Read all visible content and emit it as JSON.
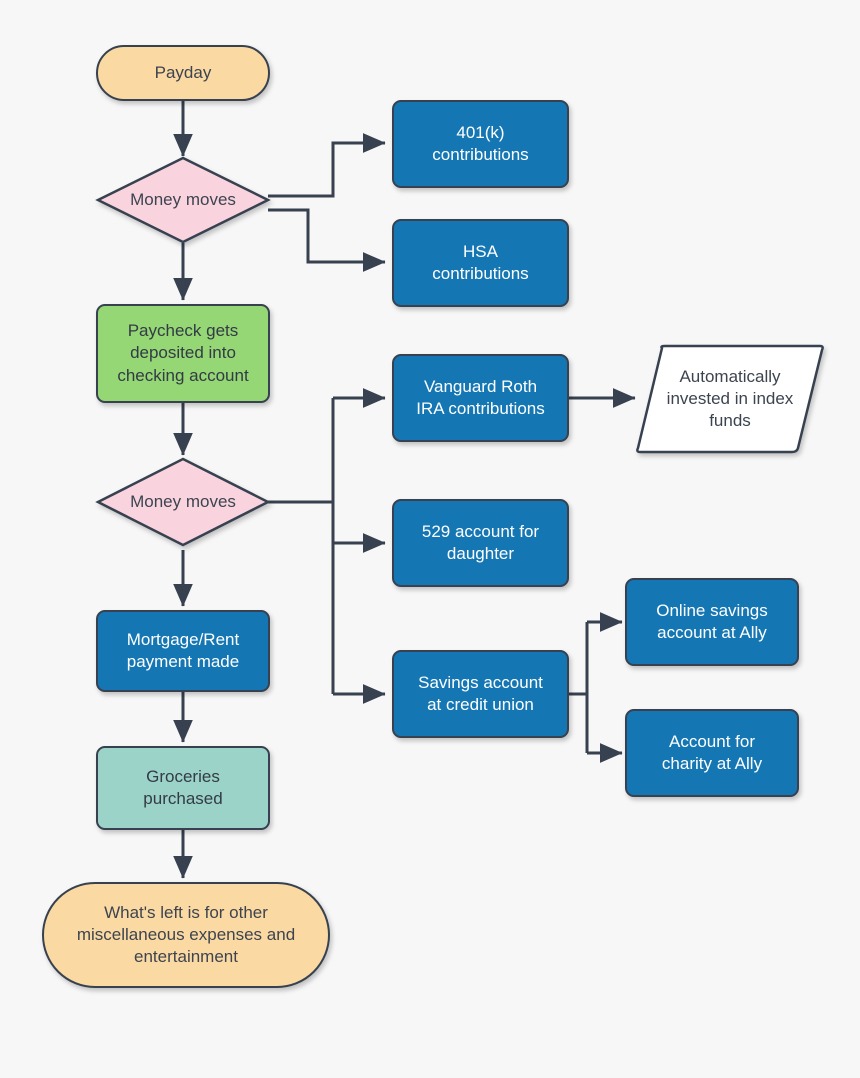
{
  "diagram": {
    "title": "Paycheck money flow",
    "background": "#f7f7f7",
    "stroke": "#37414f",
    "colors": {
      "blue": "#1477b4",
      "orange": "#fbd9a2",
      "green": "#95d675",
      "teal": "#9cd3c8",
      "pink": "#f9d4de",
      "white": "#ffffff",
      "dark_text": "#3d4450",
      "light_text": "#ffffff"
    }
  },
  "nodes": {
    "payday": {
      "label": "Payday",
      "shape": "oval",
      "color": "orange"
    },
    "money_moves_1": {
      "label": "Money moves",
      "shape": "diamond",
      "color": "pink"
    },
    "contrib_401k": {
      "label": "401(k)\ncontributions",
      "shape": "rect",
      "color": "blue"
    },
    "contrib_hsa": {
      "label": "HSA\ncontributions",
      "shape": "rect",
      "color": "blue"
    },
    "paycheck_deposited": {
      "label": "Paycheck gets\ndeposited into\nchecking account",
      "shape": "rect",
      "color": "green"
    },
    "money_moves_2": {
      "label": "Money moves",
      "shape": "diamond",
      "color": "pink"
    },
    "roth_ira": {
      "label": "Vanguard Roth\nIRA contributions",
      "shape": "rect",
      "color": "blue"
    },
    "index_funds": {
      "label": "Automatically\ninvested in index\nfunds",
      "shape": "parallelogram",
      "color": "white"
    },
    "account_529": {
      "label": "529 account for\ndaughter",
      "shape": "rect",
      "color": "blue"
    },
    "savings_credit_union": {
      "label": "Savings account\nat credit union",
      "shape": "rect",
      "color": "blue"
    },
    "online_savings_ally": {
      "label": "Online savings\naccount at Ally",
      "shape": "rect",
      "color": "blue"
    },
    "charity_ally": {
      "label": "Account for\ncharity at Ally",
      "shape": "rect",
      "color": "blue"
    },
    "mortgage_rent": {
      "label": "Mortgage/Rent\npayment made",
      "shape": "rect",
      "color": "blue"
    },
    "groceries": {
      "label": "Groceries\npurchased",
      "shape": "rect",
      "color": "teal"
    },
    "whats_left": {
      "label": "What's left is for other\nmiscellaneous expenses and\nentertainment",
      "shape": "oval",
      "color": "orange"
    }
  },
  "edges": [
    {
      "from": "payday",
      "to": "money_moves_1"
    },
    {
      "from": "money_moves_1",
      "to": "contrib_401k"
    },
    {
      "from": "money_moves_1",
      "to": "contrib_hsa"
    },
    {
      "from": "money_moves_1",
      "to": "paycheck_deposited"
    },
    {
      "from": "paycheck_deposited",
      "to": "money_moves_2"
    },
    {
      "from": "money_moves_2",
      "to": "roth_ira"
    },
    {
      "from": "roth_ira",
      "to": "index_funds"
    },
    {
      "from": "money_moves_2",
      "to": "account_529"
    },
    {
      "from": "money_moves_2",
      "to": "savings_credit_union"
    },
    {
      "from": "savings_credit_union",
      "to": "online_savings_ally"
    },
    {
      "from": "savings_credit_union",
      "to": "charity_ally"
    },
    {
      "from": "money_moves_2",
      "to": "mortgage_rent"
    },
    {
      "from": "mortgage_rent",
      "to": "groceries"
    },
    {
      "from": "groceries",
      "to": "whats_left"
    }
  ]
}
